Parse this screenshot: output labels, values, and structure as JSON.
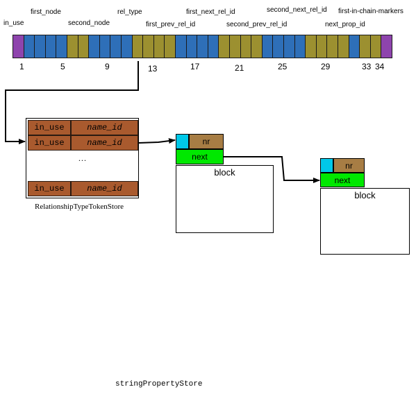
{
  "colors": {
    "purple": "#8e44ad",
    "blue": "#2e6fb8",
    "olive": "#9c9030",
    "brown_row": "#a95a2e",
    "brown_nr": "#a77d44",
    "cyan": "#00c8e8",
    "green": "#00e800"
  },
  "record": {
    "field_labels": [
      "in_use",
      "first_node",
      "second_node",
      "rel_type",
      "first_prev_rel_id",
      "first_next_rel_id",
      "second_prev_rel_id",
      "second_next_rel_id",
      "next_prop_id",
      "first-in-chain-markers"
    ],
    "byte_indices": [
      "1",
      "5",
      "9",
      "13",
      "17",
      "21",
      "25",
      "29",
      "33",
      "34"
    ],
    "cells": [
      "purple",
      "blue",
      "blue",
      "blue",
      "blue",
      "olive",
      "olive",
      "blue",
      "blue",
      "blue",
      "blue",
      "olive",
      "olive",
      "olive",
      "olive",
      "blue",
      "blue",
      "blue",
      "blue",
      "olive",
      "olive",
      "olive",
      "olive",
      "blue",
      "blue",
      "blue",
      "blue",
      "olive",
      "olive",
      "olive",
      "olive",
      "blue",
      "olive",
      "olive",
      "purple"
    ]
  },
  "relationship_type_store": {
    "rows": [
      {
        "in_use": "in_use",
        "name_id": "name_id"
      },
      {
        "in_use": "in_use",
        "name_id": "name_id"
      },
      {
        "in_use": "in_use",
        "name_id": "name_id"
      }
    ],
    "ellipsis": "…",
    "caption": "RelationshipTypeTokenStore"
  },
  "blocks": [
    {
      "nr": "nr",
      "next": "next",
      "block": "block"
    },
    {
      "nr": "nr",
      "next": "next",
      "block": "block"
    }
  ],
  "string_property_store_caption": "stringPropertyStore"
}
